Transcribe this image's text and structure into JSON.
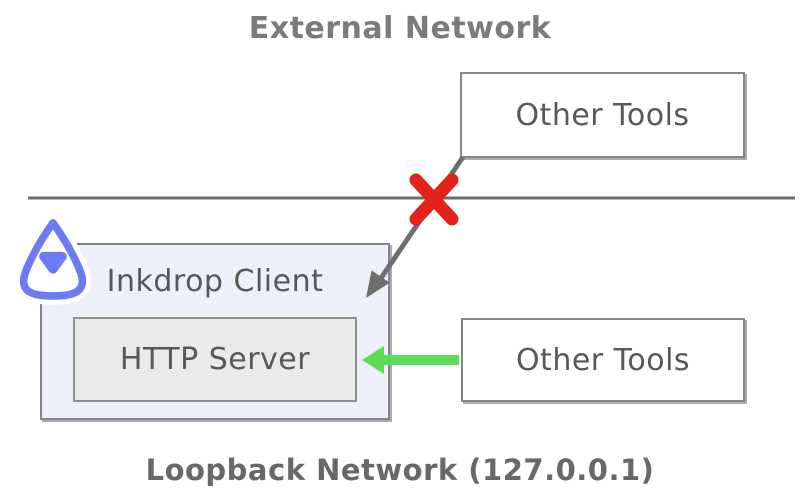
{
  "diagram": {
    "titles": {
      "external_network": "External Network",
      "loopback_network": "Loopback Network (127.0.0.1)"
    },
    "nodes": {
      "other_tools_external": {
        "label": "Other Tools"
      },
      "inkdrop_client": {
        "label": "Inkdrop Client"
      },
      "http_server": {
        "label": "HTTP Server"
      },
      "other_tools_loopback": {
        "label": "Other Tools"
      }
    },
    "icons": {
      "inkdrop_logo": "inkdrop-drop-logo",
      "blocked_cross": "red-x-icon",
      "blocked_arrow": "gray-arrow-down-left",
      "allowed_arrow": "green-arrow-left"
    },
    "connections": [
      {
        "from": "other_tools_external",
        "to": "inkdrop_client",
        "status": "blocked"
      },
      {
        "from": "other_tools_loopback",
        "to": "http_server",
        "status": "allowed"
      }
    ],
    "colors": {
      "blocked_x": "#e3221a",
      "blocked_arrow": "#6e6e6e",
      "allowed_arrow": "#5cdc56",
      "divider": "#6b6b6b",
      "logo_purple": "#6d7bf2",
      "client_box_fill": "#edeffb",
      "server_box_fill": "#eaeae8",
      "box_border": "#85858b",
      "title_text": "#7b7b7d",
      "label_text": "#58585a",
      "background": "#ffffff"
    }
  }
}
